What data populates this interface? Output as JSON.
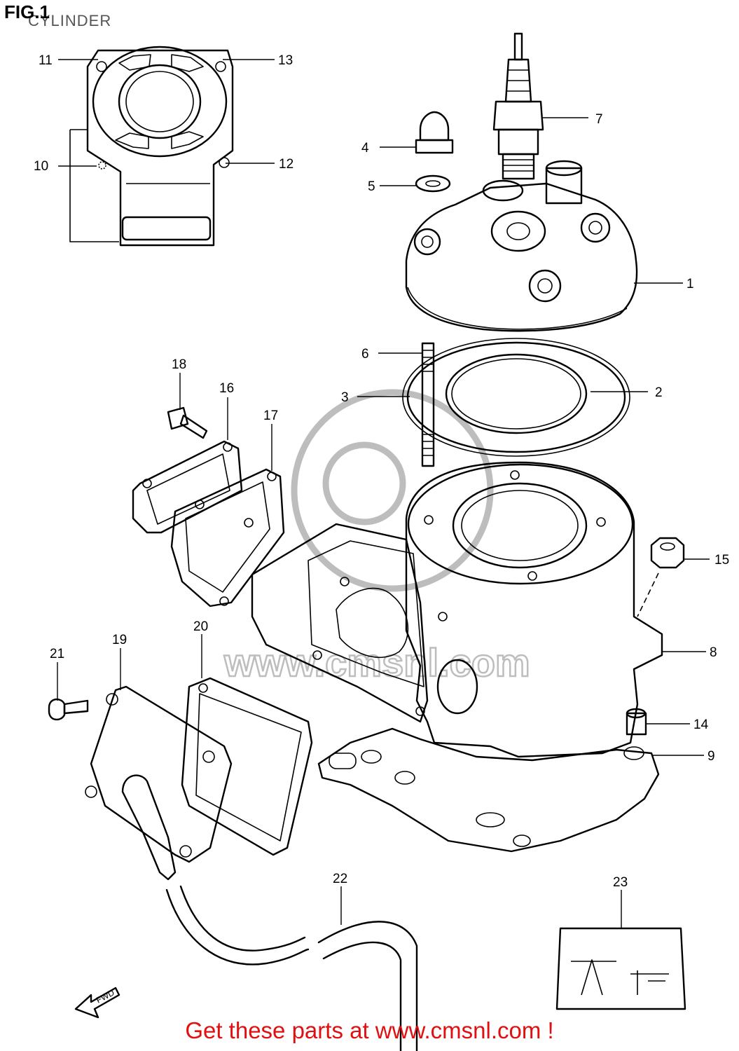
{
  "figure": {
    "title": "FIG.1",
    "subtitle": "CYLINDER"
  },
  "watermark": {
    "text": "www.cmsnl.com"
  },
  "callouts": {
    "c1": "1",
    "c2": "2",
    "c3": "3",
    "c4": "4",
    "c5": "5",
    "c6": "6",
    "c7": "7",
    "c8": "8",
    "c9": "9",
    "c10": "10",
    "c11": "11",
    "c12": "12",
    "c13": "13",
    "c14": "14",
    "c15": "15",
    "c16": "16",
    "c17": "17",
    "c18": "18",
    "c19": "19",
    "c20": "20",
    "c21": "21",
    "c22": "22",
    "c23": "23"
  },
  "direction_arrow": {
    "label": "FWD"
  },
  "footer": {
    "link_text": "Get these parts at www.cmsnl.com !"
  }
}
